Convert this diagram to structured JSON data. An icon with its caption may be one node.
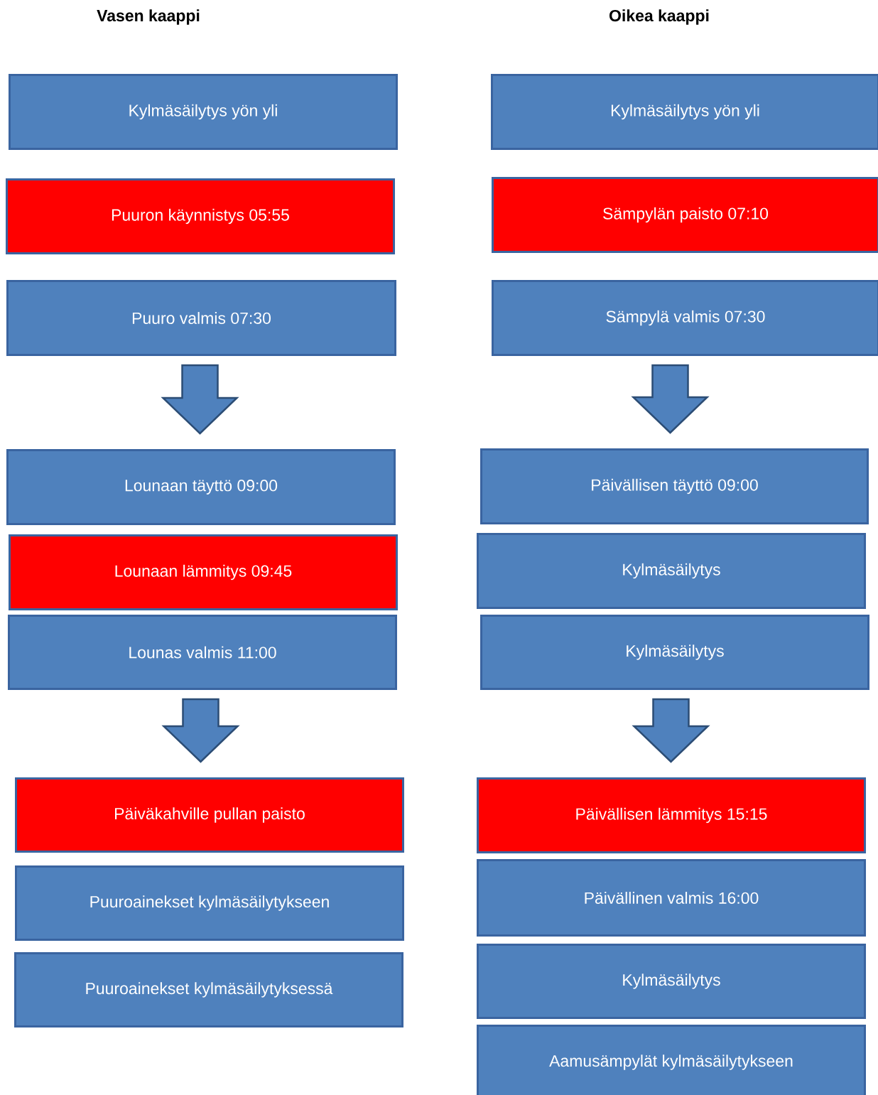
{
  "diagram": {
    "nodes": [
      {
        "text": [
          "Kylmäsäilytys yön yli"
        ]
      },
      {
        "text": [
          "Puuron käynnistys 05:55"
        ]
      },
      {
        "text": [
          "Puuro valmis 07:30"
        ]
      },
      {
        "text": [
          "Lounaan täyttö 09:00"
        ]
      },
      {
        "text": [
          "Lounaan lämmitys 09:45"
        ]
      },
      {
        "text": [
          "Lounas valmis 11:00"
        ]
      },
      {
        "text": [
          "Päiväkahville pullan paisto"
        ]
      },
      {
        "text": [
          "Puuroainekset kylmäsäilytykseen"
        ]
      },
      {
        "text": [
          "Puuroainekset kylmäsäilytyksessä"
        ]
      },
      {
        "text": [
          "Kylmäsäilytys yön yli"
        ]
      },
      {
        "text": [
          "Sämpylän paisto 07:10"
        ]
      },
      {
        "text": [
          "Sämpylä valmis 07:30"
        ]
      },
      {
        "text": [
          "Päivällisen täyttö 09:00"
        ]
      },
      {
        "text": [
          "Kylmäsäilytys"
        ]
      },
      {
        "text": [
          "Kylmäsäilytys"
        ]
      },
      {
        "text": [
          "Päivällisen lämmitys 15:15"
        ]
      },
      {
        "text": [
          "Päivällinen valmis 16:00"
        ]
      },
      {
        "text": [
          "Kylmäsäilytys"
        ]
      },
      {
        "text": [
          "Aamusämpylät kylmäsäilytykseen"
        ]
      }
    ],
    "edges": [
      {
        "from": 2,
        "to": 3,
        "arrow": "to"
      },
      {
        "from": 5,
        "to": 6,
        "arrow": "to"
      },
      {
        "from": 11,
        "to": 12,
        "arrow": "to"
      },
      {
        "from": 14,
        "to": 15,
        "arrow": "to"
      }
    ],
    "labels": [
      "Vasen kaappi",
      "Oikea kaappi"
    ]
  }
}
